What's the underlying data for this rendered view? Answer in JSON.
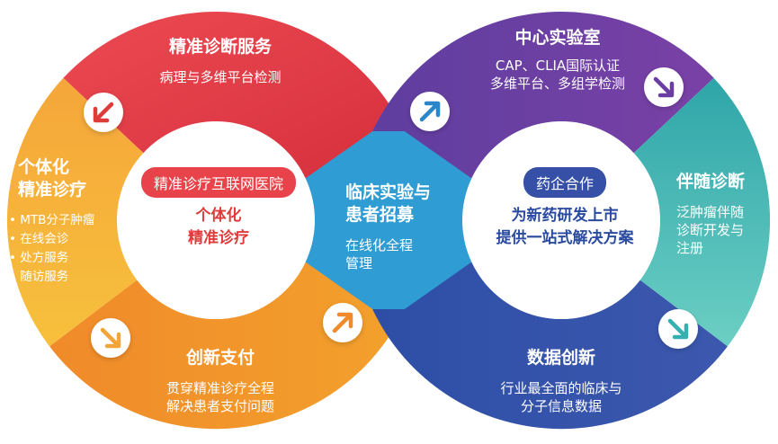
{
  "colors": {
    "red": "#e8434a",
    "orange": "#f39427",
    "yellow": "#f6b634",
    "purple": "#6b3ea3",
    "teal": "#35b0b0",
    "blue": "#2a86c9",
    "navy": "#3550a6",
    "hub_left_text": "#e03a3a",
    "hub_right_text": "#2a4aa0"
  },
  "left_ring": {
    "top": {
      "title": "精准诊断服务",
      "body": "病理与多维平台检测"
    },
    "left": {
      "title_lines": [
        "个体化",
        "精准诊疗"
      ],
      "bullets": [
        "MTB分子肿瘤",
        "在线会诊",
        "处方服务",
        "随访服务"
      ]
    },
    "bottom": {
      "title": "创新支付",
      "body_lines": [
        "贯穿精准诊疗全程",
        "解决患者支付问题"
      ]
    },
    "hub": {
      "badge": "精准诊疗互联网医院",
      "lines": [
        "个体化",
        "精准诊疗"
      ]
    }
  },
  "middle": {
    "title_lines": [
      "临床实验与",
      "患者招募"
    ],
    "body_lines": [
      "在线化全程",
      "管理"
    ]
  },
  "right_ring": {
    "top": {
      "title": "中心实验室",
      "body_lines": [
        "CAP、CLIA国际认证",
        "多维平台、多组学检测"
      ]
    },
    "right": {
      "title": "伴随诊断",
      "body_lines": [
        "泛肿瘤伴随",
        "诊断开发与",
        "注册"
      ]
    },
    "bottom": {
      "title": "数据创新",
      "body_lines": [
        "行业最全面的临床与",
        "分子信息数据"
      ]
    },
    "hub": {
      "badge": "药企合作",
      "lines": [
        "为新药研发上市",
        "提供一站式解决方案"
      ]
    }
  },
  "arrows": [
    "arrow-down-left-icon",
    "arrow-down-right-icon",
    "arrow-up-right-icon",
    "arrow-up-right-icon",
    "arrow-down-right-icon",
    "arrow-down-right-icon"
  ]
}
